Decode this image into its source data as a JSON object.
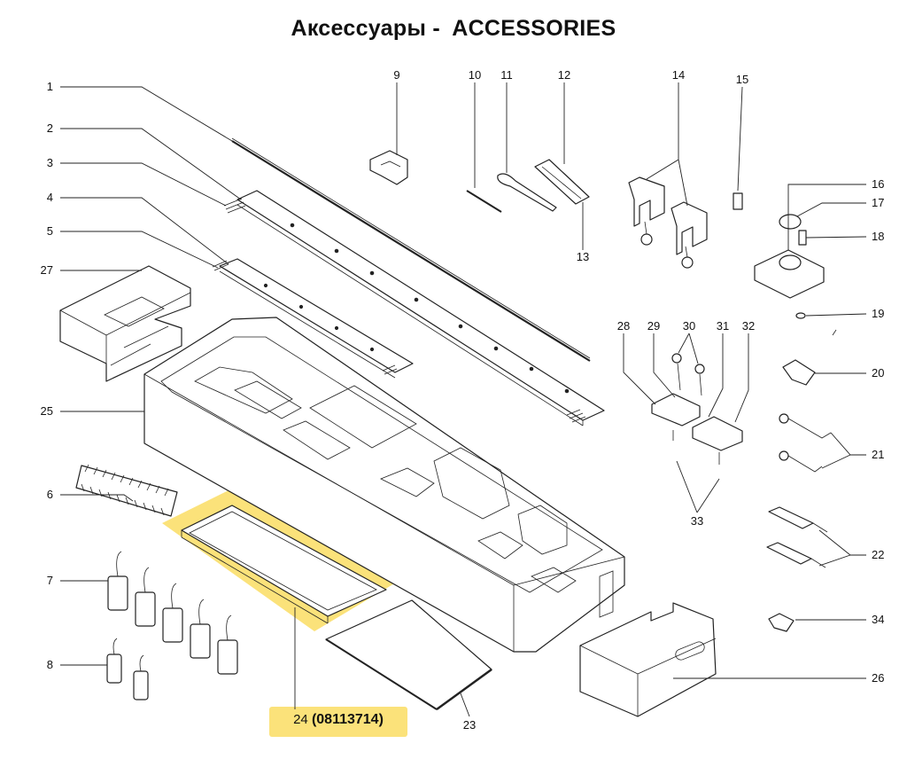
{
  "title": {
    "ru": "Аксессуары -",
    "en": "ACCESSORIES"
  },
  "highlight": {
    "number": "24",
    "part_number": "(08113714)",
    "color": "#fbe27a"
  },
  "callouts": {
    "c1": "1",
    "c2": "2",
    "c3": "3",
    "c4": "4",
    "c5": "5",
    "c6": "6",
    "c7": "7",
    "c8": "8",
    "c9": "9",
    "c10": "10",
    "c11": "11",
    "c12": "12",
    "c13": "13",
    "c14": "14",
    "c15": "15",
    "c16": "16",
    "c17": "17",
    "c18": "18",
    "c19": "19",
    "c20": "20",
    "c21": "21",
    "c22": "22",
    "c23": "23",
    "c25": "25",
    "c26": "26",
    "c27": "27",
    "c28": "28",
    "c29": "29",
    "c30": "30",
    "c31": "31",
    "c32": "32",
    "c33": "33",
    "c34": "34"
  }
}
